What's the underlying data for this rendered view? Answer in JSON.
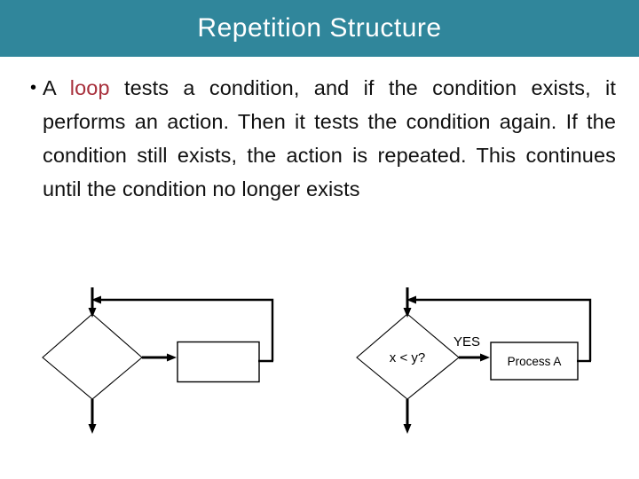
{
  "slide": {
    "title": "Repetition Structure",
    "banner_color": "#30869b",
    "banner_text_color": "#ffffff",
    "background_color": "#ffffff"
  },
  "body": {
    "bullet_marker": "•",
    "text_parts": {
      "before": "A ",
      "highlight": "loop",
      "highlight_color": "#a8303c",
      "after": " tests a condition, and if the condition exists, it performs an action. Then it tests the condition again. If the condition still exists, the action is repeated. This continues until the condition no longer exists"
    },
    "full_text": "A loop tests a condition, and if the condition exists, it performs an action. Then it tests the condition again. If the condition still exists, the action is repeated. This continues until the condition no longer exists"
  },
  "flowcharts": [
    {
      "id": "left-flowchart",
      "decision_label": "",
      "process_label": "",
      "branch_label": ""
    },
    {
      "id": "right-flowchart",
      "decision_label": "x < y?",
      "process_label": "Process A",
      "branch_label": "YES"
    }
  ]
}
